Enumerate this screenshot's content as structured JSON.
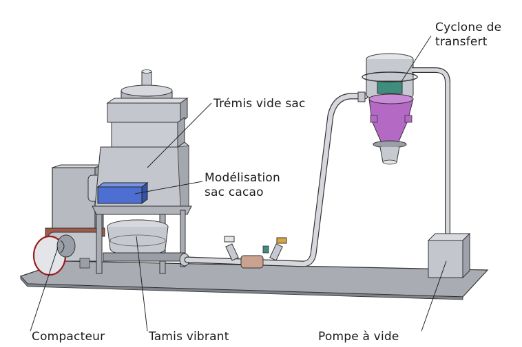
{
  "labels": {
    "cyclone_line1": "Cyclone de",
    "cyclone_line2": "transfert",
    "tremis": "Trémis vide sac",
    "modelisation_line1": "Modélisation",
    "modelisation_line2": "sac cacao",
    "compacteur": "Compacteur",
    "tamis": "Tamis vibrant",
    "pompe": "Pompe à vide"
  },
  "colors": {
    "metal": "#c6c9cf",
    "metal_dark": "#9a9ea6",
    "metal_light": "#e3e5e9",
    "base_plate": "#a9acb3",
    "cacao_bag": "#4d6fd1",
    "cyclone_cone": "#b469c4",
    "cyclone_ring": "#3f8d7e",
    "valve_accent": "#d9a441",
    "compacteur_band": "#a05a4a",
    "compacteur_ring": "#9b1c1c"
  }
}
